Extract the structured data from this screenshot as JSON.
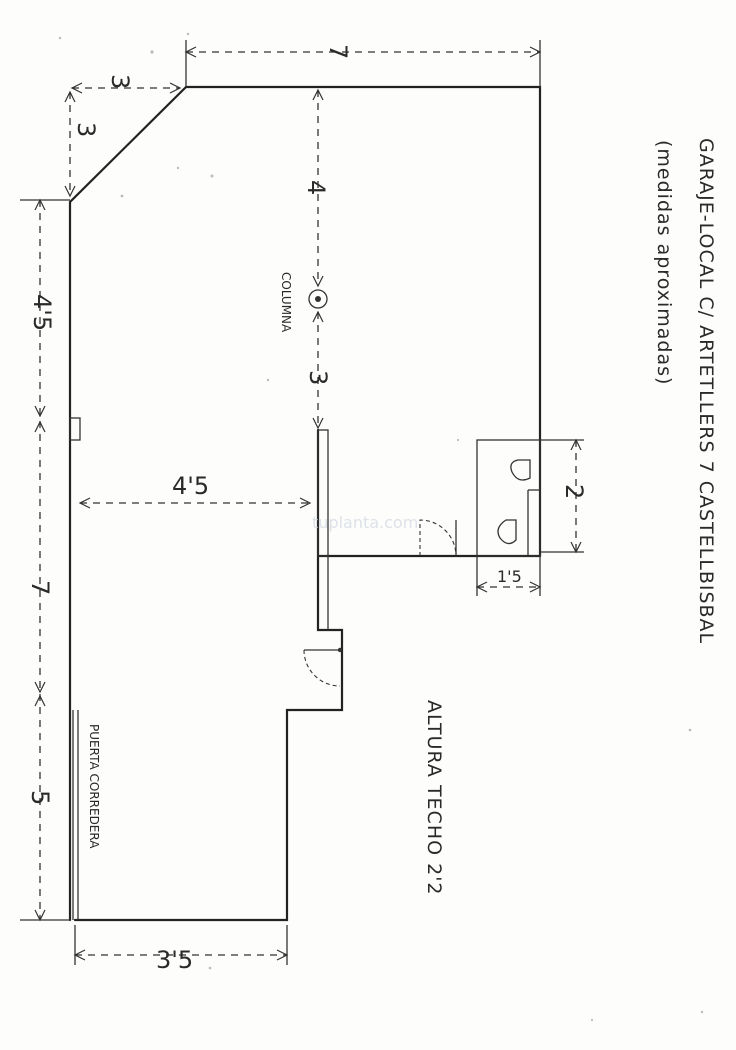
{
  "title": "GARAJE-LOCAL   C/ ARTETLLERS 7 CASTELLBISBAL",
  "subtitle": "(medidas aproximadas)",
  "ceiling_height": "ALTURA TECHO 2'2",
  "watermark": "tuplanta.com",
  "labels": {
    "column": "COLUMNA",
    "sliding_door": "PUERTA CORREDERA"
  },
  "dimensions": {
    "top_width": "7",
    "chamfer_horizontal": "3",
    "chamfer_vertical": "3",
    "column_to_top": "4",
    "column_to_partition": "3",
    "interior_width": "4'5",
    "left_upper": "4'5",
    "left_middle": "7",
    "left_lower": "5",
    "bottom_width": "3'5",
    "wc_length": "2",
    "wc_width": "1'5"
  }
}
